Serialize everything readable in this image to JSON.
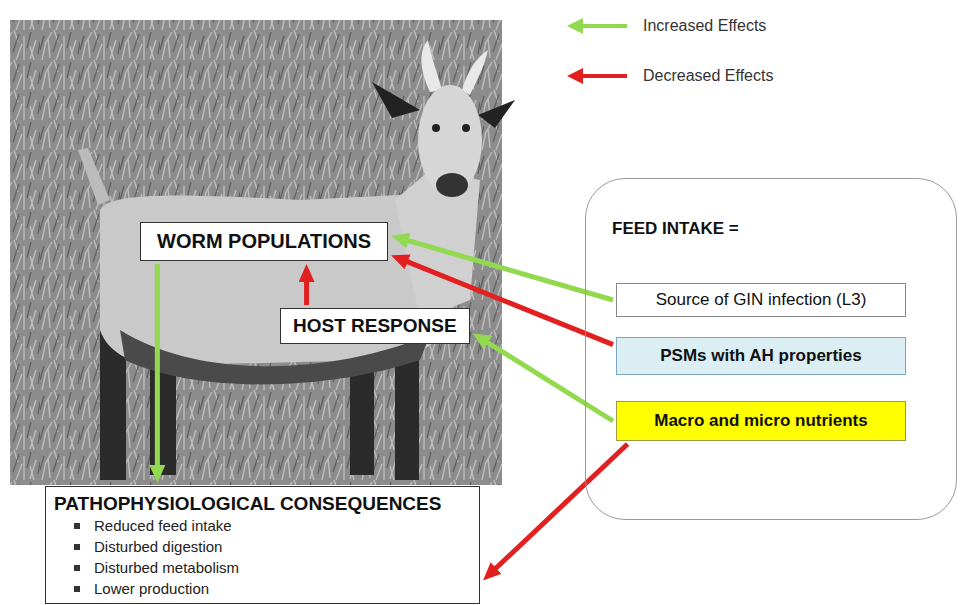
{
  "diagram": {
    "nodes": [
      {
        "text": [
          "WORM POPULATIONS"
        ]
      },
      {
        "text": [
          "HOST RESPONSE"
        ]
      },
      {
        "text": [
          "PATHOPHYSIOLOGICAL CONSEQUENCES",
          "Reduced feed intake",
          "Disturbed digestion",
          "Disturbed metabolism",
          "Lower production"
        ]
      },
      {
        "text": [
          "FEED INTAKE ="
        ]
      },
      {
        "text": [
          "Source of GIN infection (L3)"
        ],
        "in": 3
      },
      {
        "text": [
          "PSMs with AH properties"
        ],
        "in": 3
      },
      {
        "text": [
          "Macro and micro nutrients"
        ],
        "in": 3
      }
    ],
    "edges": [
      {
        "from": 4,
        "to": 0,
        "arrow": "to"
      },
      {
        "from": 5,
        "to": 0,
        "arrow": "to"
      },
      {
        "from": 6,
        "to": 1,
        "arrow": "to"
      },
      {
        "from": 6,
        "to": 2,
        "arrow": "to"
      },
      {
        "from": 1,
        "to": 0,
        "arrow": "to"
      },
      {
        "from": 0,
        "to": 2,
        "arrow": "to"
      }
    ],
    "legend": [
      {
        "text": "Increased Effects"
      },
      {
        "text": "Decreased Effects"
      }
    ]
  }
}
